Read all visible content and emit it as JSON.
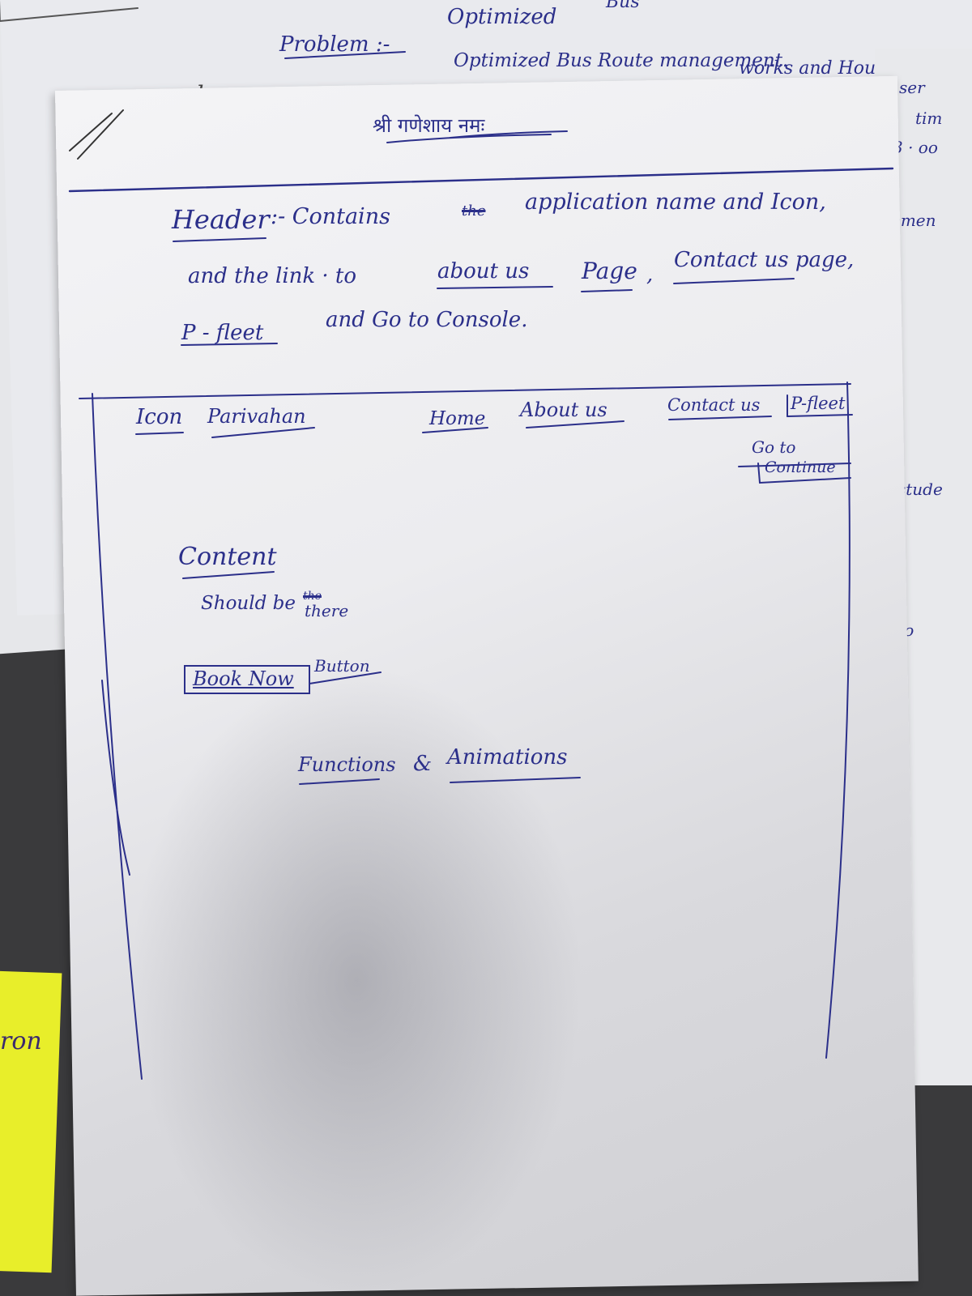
{
  "background_sheets": {
    "top": {
      "problem_label": "Problem :-",
      "line1_word": "Optimized",
      "line1_tail": "Bus",
      "line2": "Optimized  Bus  Route  management.",
      "line3": "works  and  Hou",
      "side_word": "sh"
    },
    "right_margin": [
      "ser",
      "tim",
      "3 · oo",
      "emen",
      "stude",
      "e  to"
    ],
    "sticky_note_text": "ron"
  },
  "page": {
    "heading": "श्री गणेशाय नमः",
    "description": {
      "line1_header": "Header",
      "line1_rest": ":- Contains",
      "line1_struck": "the",
      "line1_end": "application  name  and  Icon,",
      "line2": "and  the  link  · to",
      "link_about": "about us",
      "link_page": "Page",
      "comma": ",",
      "link_contact": "Contact  us  page,",
      "line3_pfleet": "P - fleet",
      "line3_rest": "and   Go   to   Console."
    }
  },
  "wireframe": {
    "header": {
      "icon_label": "Icon",
      "app_name": "Parivahan",
      "nav_items": [
        "Home",
        "About us",
        "Contact us",
        "P-fleet"
      ],
      "go_to_label": "Go to",
      "continue_label": "Continue"
    },
    "content": {
      "title": "Content",
      "note_prefix": "Should be",
      "note_struck": "the",
      "note_suffix": "there"
    },
    "book_now": {
      "label": "Book Now",
      "suffix": "Button"
    },
    "footer_note": {
      "functions": "Functions",
      "amp": "&",
      "animations": "Animations"
    }
  },
  "colors": {
    "ink": "#2b2f8a",
    "paper": "#f1f1f3",
    "sticky": "#e8ee2a",
    "desk": "#3a3a3c"
  }
}
